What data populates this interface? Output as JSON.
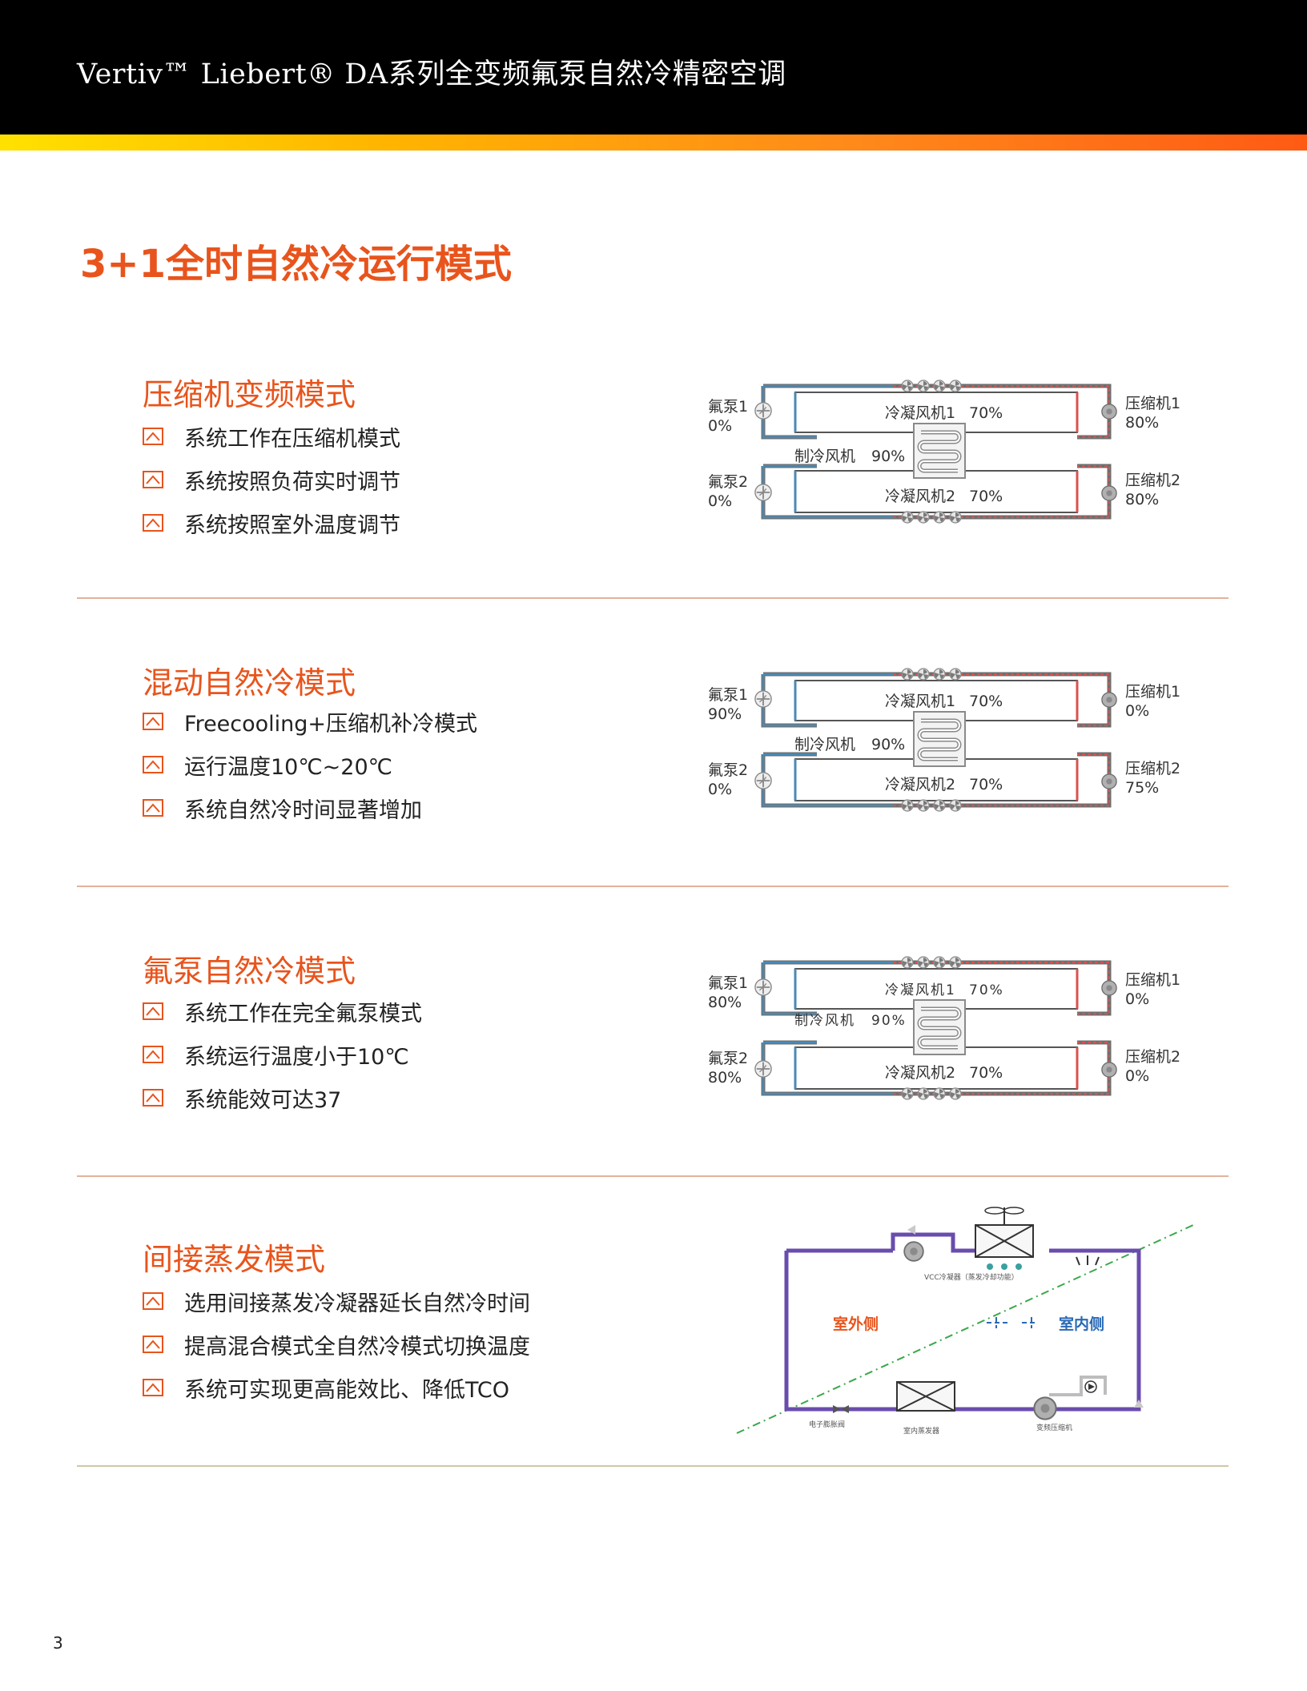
{
  "header": {
    "title": "Vertiv™ Liebert® DA系列全变频氟泵自然冷精密空调"
  },
  "page": {
    "title": "3+1全时自然冷运行模式",
    "number": "3"
  },
  "colors": {
    "accent": "#e8541c",
    "cold_pipe": "#4a8ab5",
    "hot_pipe": "#d9534f",
    "circuit": "#6a4cae"
  },
  "sections": [
    {
      "title": "压缩机变频模式",
      "bullets": [
        "系统工作在压缩机模式",
        "系统按照负荷实时调节",
        "系统按照室外温度调节"
      ],
      "diagram": {
        "pump1_label": "氟泵1",
        "pump1_value": "0%",
        "pump2_label": "氟泵2",
        "pump2_value": "0%",
        "cond1_label": "冷凝风机1",
        "cond1_value": "70%",
        "cond2_label": "冷凝风机2",
        "cond2_value": "70%",
        "fan_label": "制冷风机",
        "fan_value": "90%",
        "comp1_label": "压缩机1",
        "comp1_value": "80%",
        "comp2_label": "压缩机2",
        "comp2_value": "80%"
      }
    },
    {
      "title": "混动自然冷模式",
      "bullets": [
        "Freecooling+压缩机补冷模式",
        "运行温度10℃~20℃",
        "系统自然冷时间显著增加"
      ],
      "diagram": {
        "pump1_label": "氟泵1",
        "pump1_value": "90%",
        "pump2_label": "氟泵2",
        "pump2_value": "0%",
        "cond1_label": "冷凝风机1",
        "cond1_value": "70%",
        "cond2_label": "冷凝风机2",
        "cond2_value": "70%",
        "fan_label": "制冷风机",
        "fan_value": "90%",
        "comp1_label": "压缩机1",
        "comp1_value": "0%",
        "comp2_label": "压缩机2",
        "comp2_value": "75%"
      }
    },
    {
      "title": "氟泵自然冷模式",
      "bullets": [
        "系统工作在完全氟泵模式",
        "系统运行温度小于10℃",
        "系统能效可达37"
      ],
      "diagram": {
        "pump1_label": "氟泵1",
        "pump1_value": "80%",
        "pump2_label": "氟泵2",
        "pump2_value": "80%",
        "cond1_label": "冷凝风机1",
        "cond1_value": "70%",
        "cond2_label": "冷凝风机2",
        "cond2_value": "70%",
        "fan_label": "制冷风机",
        "fan_value": "90%",
        "comp1_label": "压缩机1",
        "comp1_value": "0%",
        "comp2_label": "压缩机2",
        "comp2_value": "0%"
      }
    },
    {
      "title": "间接蒸发模式",
      "bullets": [
        "选用间接蒸发冷凝器延长自然冷时间",
        "提高混合模式全自然冷模式切换温度",
        "系统可实现更高能效比、降低TCO"
      ],
      "diagram": {
        "outdoor_label": "室外侧",
        "indoor_label": "室内侧",
        "vcc_label": "VCC冷凝器（蒸发冷却功能）",
        "valve_label": "电子膨胀阀",
        "evaporator_label": "室内蒸发器",
        "compressor_label": "变频压缩机"
      }
    }
  ]
}
